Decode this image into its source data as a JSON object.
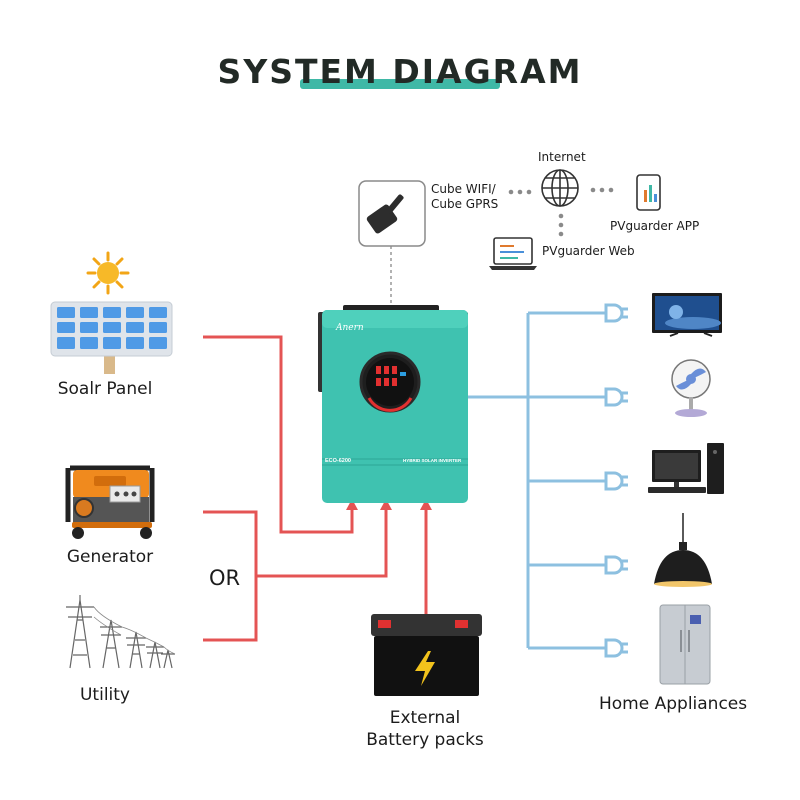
{
  "title": "SYSTEM DIAGRAM",
  "colors": {
    "accent": "#3fb8a6",
    "ac_line": "#e45454",
    "output_line": "#8dc0e0",
    "inverter_body": "#3fc2b0",
    "text": "#1c1c1c"
  },
  "inputs": {
    "solar_panel": "Soalr Panel",
    "generator": "Generator",
    "or_label": "OR",
    "utility": "Utility"
  },
  "battery": {
    "line1": "External",
    "line2": "Battery packs"
  },
  "monitoring": {
    "cube_line1": "Cube WIFI/",
    "cube_line2": "Cube  GPRS",
    "internet": "Internet",
    "app": "PVguarder APP",
    "web": "PVguarder Web"
  },
  "inverter": {
    "brand": "Anern",
    "model": "ECO-6200",
    "type": "HYBRID SOLAR INVERTER"
  },
  "outputs": {
    "label": "Home Appliances",
    "items": [
      "tv-icon",
      "fan-icon",
      "desktop-computer-icon",
      "pendant-lamp-icon",
      "refrigerator-icon"
    ]
  }
}
